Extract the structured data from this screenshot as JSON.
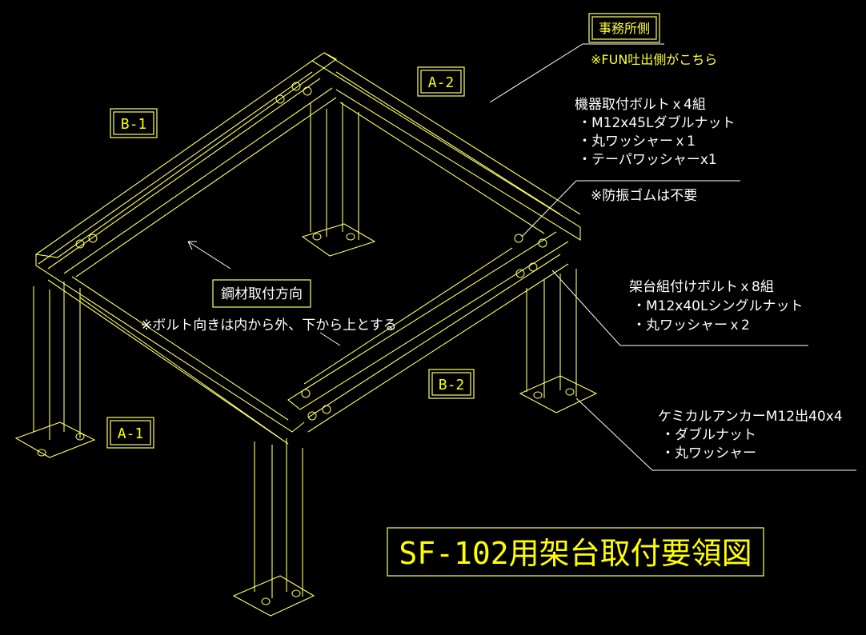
{
  "labels": {
    "a1": "A-1",
    "a2": "A-2",
    "b1": "B-1",
    "b2": "B-2"
  },
  "notes": {
    "office_title": "事務所側",
    "office_sub": "※FUN吐出側がこちら",
    "bolts_title": "機器取付ボルトｘ4組",
    "bolts_1": "・M12x45Lダブルナット",
    "bolts_2": "・丸ワッシャーｘ1",
    "bolts_3": "・テーパワッシャーx1",
    "rubber": "※防振ゴムは不要",
    "frame_title": "架台組付けボルトｘ8組",
    "frame_1": "・M12x40Lシングルナット",
    "frame_2": "・丸ワッシャーｘ2",
    "anchor_title": "ケミカルアンカーM12出40x4",
    "anchor_1": "・ダブルナット",
    "anchor_2": "・丸ワッシャー",
    "steel_title": "鋼材取付方向",
    "steel_sub": "※ボルト向きは内から外、下から上とする"
  },
  "main_title": "SF-102用架台取付要領図",
  "colors": {
    "background": "#000000",
    "frame": "#ffff66",
    "text": "#ffffff",
    "label": "#ffff00"
  }
}
